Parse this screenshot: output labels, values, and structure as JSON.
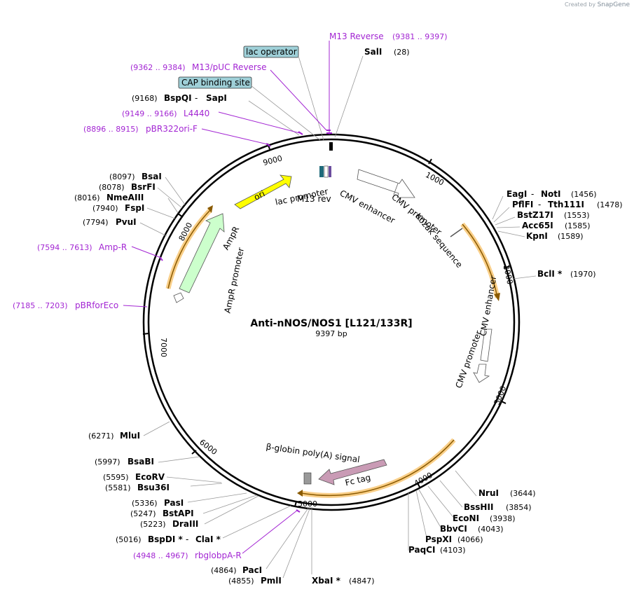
{
  "branding": {
    "created_by": "Created by",
    "app": "SnapGene"
  },
  "plasmid": {
    "name": "Anti-nNOS/NOS1 [L121/133R]",
    "length": "9397 bp"
  },
  "colors": {
    "primer": "#a326d3",
    "ori": "#ffff00",
    "ampr": "#ccffcc",
    "fc_tag": "#c99bb5",
    "highlight": "#f7a21c",
    "boxed_feature": "#9fd0d8"
  },
  "ticks": [
    "1000",
    "2000",
    "3000",
    "4000",
    "5000",
    "6000",
    "7000",
    "8000",
    "9000"
  ],
  "boxed_features": {
    "lac_operator": "lac operator",
    "cap_site": "CAP binding site"
  },
  "features": {
    "ori": "ori",
    "ampr": "AmpR",
    "ampr_promoter": "AmpR promoter",
    "lac_promoter": "lac promoter",
    "m13_rev": "M13 rev",
    "cmv_enhancer_1": "CMV enhancer",
    "cmv_promoter_1": "CMV promoter",
    "kozak": "Kozak sequence",
    "cmv_enhancer_2": "CMV enhancer",
    "cmv_promoter_2": "CMV promoter",
    "fc_tag": "Fc tag",
    "bglobin": "β-globin poly(A) signal"
  },
  "primers": {
    "m13_reverse": {
      "name": "M13 Reverse",
      "pos": "(9381 .. 9397)"
    },
    "m13_puc": {
      "pos": "(9362 .. 9384)",
      "name": "M13/pUC Reverse"
    },
    "l4440": {
      "pos": "(9149 .. 9166)",
      "name": "L4440"
    },
    "pbr322ori": {
      "pos": "(8896 .. 8915)",
      "name": "pBR322ori-F"
    },
    "ampr": {
      "pos": "(7594 .. 7613)",
      "name": "Amp-R"
    },
    "pbrforeco": {
      "pos": "(7185 .. 7203)",
      "name": "pBRforEco"
    },
    "rbglobpa": {
      "pos": "(4948 .. 4967)",
      "name": "rbglobpA-R"
    }
  },
  "sites": {
    "sali": {
      "name": "SalI",
      "pos": "(28)"
    },
    "bspqi": {
      "pos": "(9168)",
      "name": "BspQI",
      "sep": " - ",
      "name2": "SapI"
    },
    "eagi": {
      "name": "EagI",
      "sep": " - ",
      "name2": "NotI",
      "pos": "(1456)"
    },
    "pflfi": {
      "name": "PflFI",
      "sep": " - ",
      "name2": "Tth111I",
      "pos": "(1478)"
    },
    "bstz17i": {
      "name": "BstZ17I",
      "pos": "(1553)"
    },
    "acc65i": {
      "name": "Acc65I",
      "pos": "(1585)"
    },
    "kpni": {
      "name": "KpnI",
      "pos": "(1589)"
    },
    "bcli": {
      "name": "BclI *",
      "pos": "(1970)"
    },
    "nrui": {
      "name": "NruI",
      "pos": "(3644)"
    },
    "bsshii": {
      "name": "BssHII",
      "pos": "(3854)"
    },
    "econi": {
      "name": "EcoNI",
      "pos": "(3938)"
    },
    "bbvci": {
      "name": "BbvCI",
      "pos": "(4043)"
    },
    "pspxi": {
      "name": "PspXI",
      "pos": "(4066)"
    },
    "paqci": {
      "name": "PaqCI",
      "pos": "(4103)"
    },
    "xbai": {
      "name": "XbaI *",
      "pos": "(4847)"
    },
    "pmli": {
      "pos": "(4855)",
      "name": "PmlI"
    },
    "paci": {
      "pos": "(4864)",
      "name": "PacI"
    },
    "bspdi": {
      "pos": "(5016)",
      "name": "BspDI *",
      "sep": " - ",
      "name2": "ClaI *"
    },
    "draiii": {
      "pos": "(5223)",
      "name": "DraIII"
    },
    "bstapi": {
      "pos": "(5247)",
      "name": "BstAPI"
    },
    "pasi": {
      "pos": "(5336)",
      "name": "PasI"
    },
    "bsu36i": {
      "pos": "(5581)",
      "name": "Bsu36I"
    },
    "ecorv": {
      "pos": "(5595)",
      "name": "EcoRV"
    },
    "bsabi": {
      "pos": "(5997)",
      "name": "BsaBI"
    },
    "mlui": {
      "pos": "(6271)",
      "name": "MluI"
    },
    "pvui": {
      "pos": "(7794)",
      "name": "PvuI"
    },
    "fspi": {
      "pos": "(7940)",
      "name": "FspI"
    },
    "nmeaiii": {
      "pos": "(8016)",
      "name": "NmeAIII"
    },
    "bsrfi": {
      "pos": "(8078)",
      "name": "BsrFI"
    },
    "bsai": {
      "pos": "(8097)",
      "name": "BsaI"
    }
  }
}
